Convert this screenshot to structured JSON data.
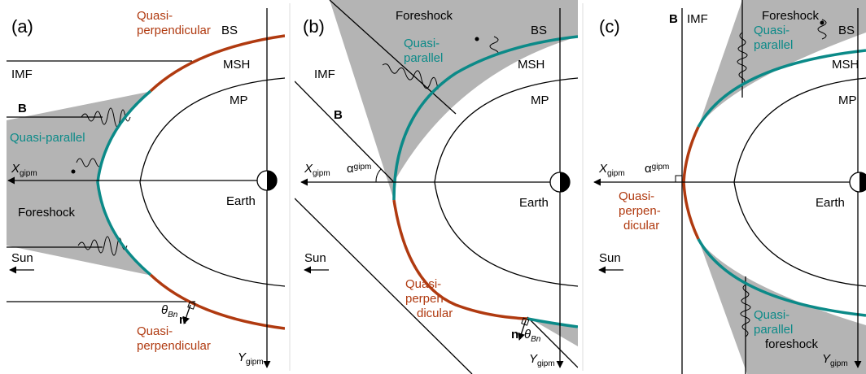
{
  "colors": {
    "shade": "#b4b4b4",
    "teal": "#0b8a88",
    "orange": "#b03a10",
    "line": "#000000"
  },
  "panel_a": {
    "tag": "(a)",
    "qperp_top": [
      "Quasi-",
      "perpendicular"
    ],
    "bs": "BS",
    "msh": "MSH",
    "mp": "MP",
    "imf": "IMF",
    "b": "B",
    "qpar": "Quasi-parallel",
    "x": "X",
    "x_sub": "gipm",
    "earth": "Earth",
    "foreshock": "Foreshock",
    "sun": "Sun",
    "theta": "θ",
    "theta_sub": "Bn",
    "n": "n",
    "qperp_bot": [
      "Quasi-",
      "perpendicular"
    ],
    "y": "Y",
    "y_sub": "gipm"
  },
  "panel_b": {
    "tag": "(b)",
    "foreshock": "Foreshock",
    "qpar": [
      "Quasi-",
      "parallel"
    ],
    "bs": "BS",
    "msh": "MSH",
    "mp": "MP",
    "imf": "IMF",
    "b": "B",
    "x": "X",
    "x_sub": "gipm",
    "alpha": "α",
    "alpha_sub": "gipm",
    "earth": "Earth",
    "sun": "Sun",
    "qperp": [
      "Quasi-",
      "perpen-",
      "dicular"
    ],
    "n": "n",
    "theta": "θ",
    "theta_sub": "Bn",
    "y": "Y",
    "y_sub": "gipm"
  },
  "panel_c": {
    "tag": "(c)",
    "b": "B",
    "imf": "IMF",
    "foreshock": "Foreshock",
    "qpar_top": [
      "Quasi-",
      "parallel"
    ],
    "bs": "BS",
    "msh": "MSH",
    "mp": "MP",
    "x": "X",
    "x_sub": "gipm",
    "alpha": "α",
    "alpha_sub": "gipm",
    "qperp": [
      "Quasi-",
      "perpen-",
      "dicular"
    ],
    "earth": "Earth",
    "sun": "Sun",
    "qpar_bot": [
      "Quasi-",
      "parallel"
    ],
    "foreshock_bot": "foreshock",
    "y": "Y",
    "y_sub": "gipm"
  }
}
